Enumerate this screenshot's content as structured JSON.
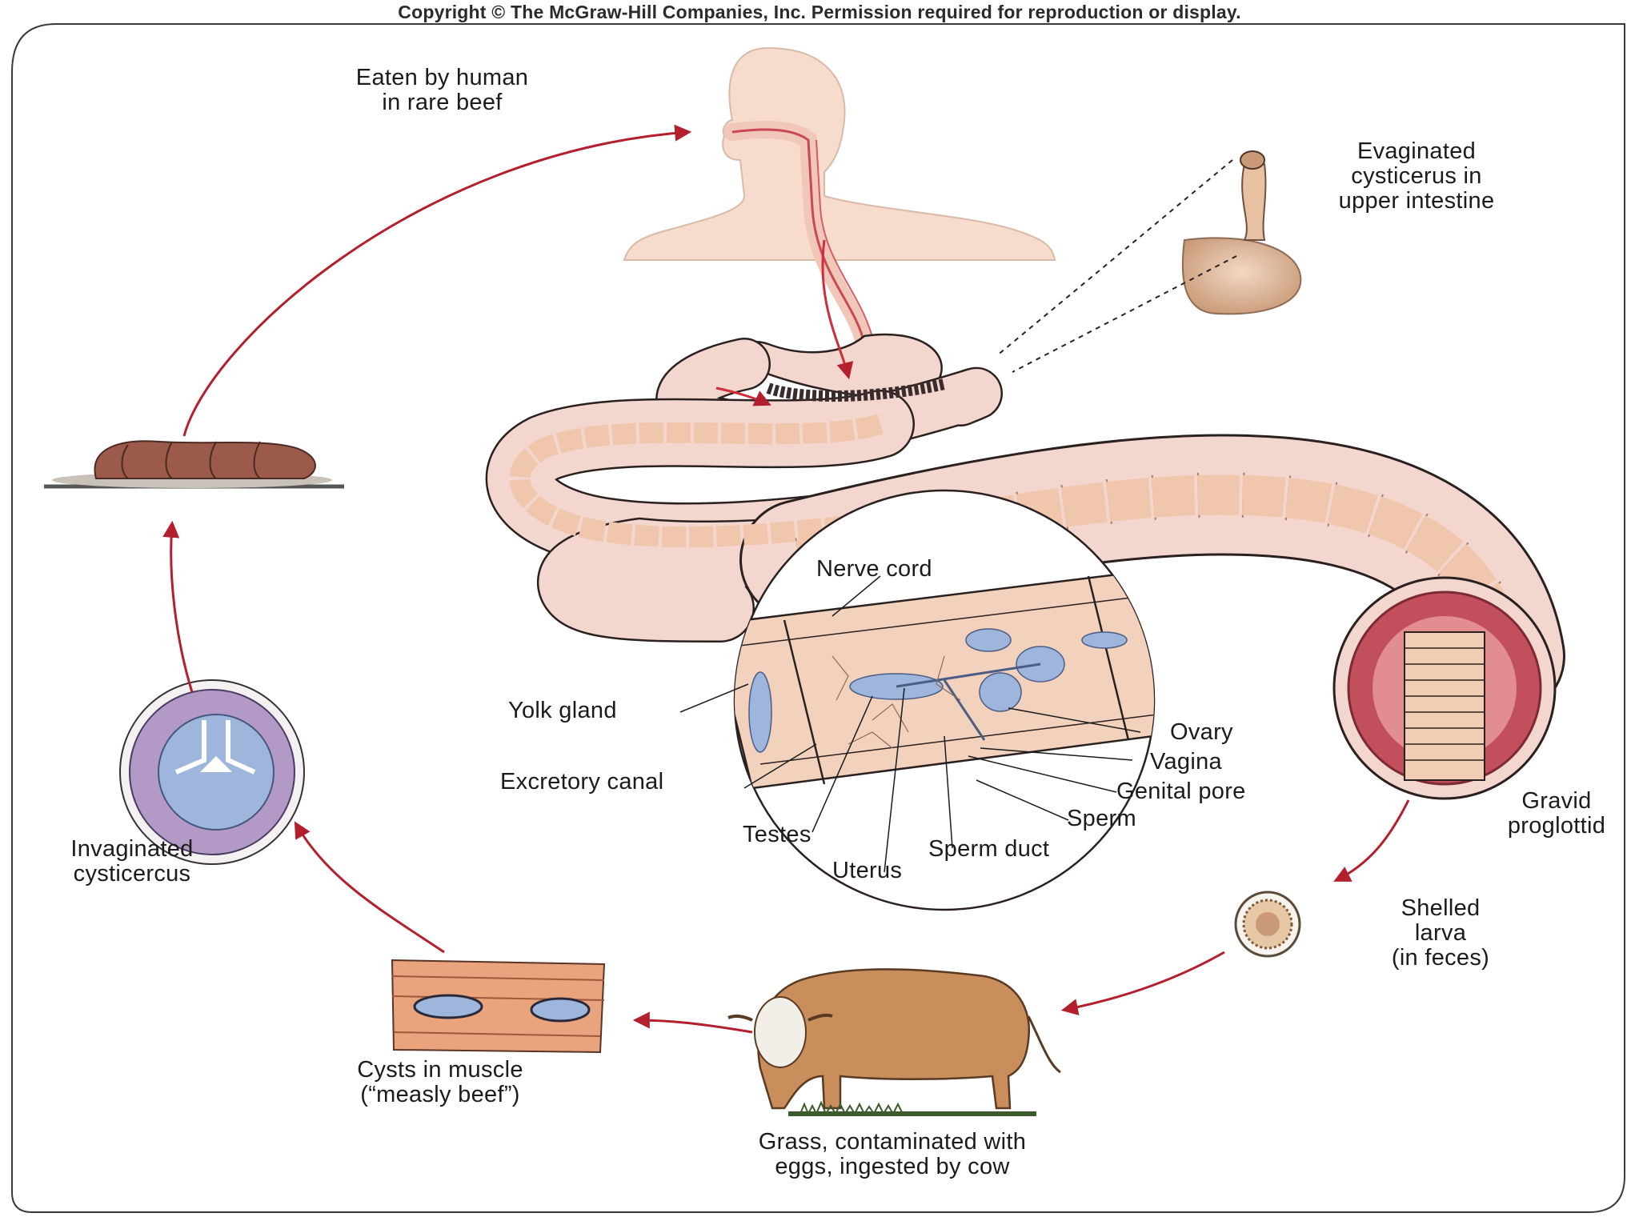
{
  "copyright": "Copyright © The McGraw-Hill Companies, Inc. Permission required for reproduction or display.",
  "colors": {
    "arrow": "#b41f2e",
    "intestine": "#f3d6cd",
    "intestine_edge": "#2a2020",
    "segment": "#f0c7ad",
    "skin": "#f7dccd",
    "blue": "#9fb6dc",
    "purple": "#b39ac6",
    "cow": "#c98e5c",
    "meat": "#9c5a4a"
  },
  "labels": {
    "eaten": "Eaten by human\nin rare beef",
    "evaginated": "Evaginated\ncysticerus in\nupper intestine",
    "nerve_cord": "Nerve cord",
    "yolk_gland": "Yolk gland",
    "excretory_canal": "Excretory canal",
    "testes": "Testes",
    "uterus": "Uterus",
    "sperm_duct": "Sperm duct",
    "sperm": "Sperm",
    "genital_pore": "Genital pore",
    "vagina": "Vagina",
    "ovary": "Ovary",
    "gravid": "Gravid\nproglottid",
    "shelled": "Shelled\nlarva\n(in feces)",
    "grass": "Grass, contaminated with\neggs, ingested by cow",
    "cysts": "Cysts in muscle\n(“measly beef”)",
    "invaginated": "Invaginated\ncysticercus"
  }
}
